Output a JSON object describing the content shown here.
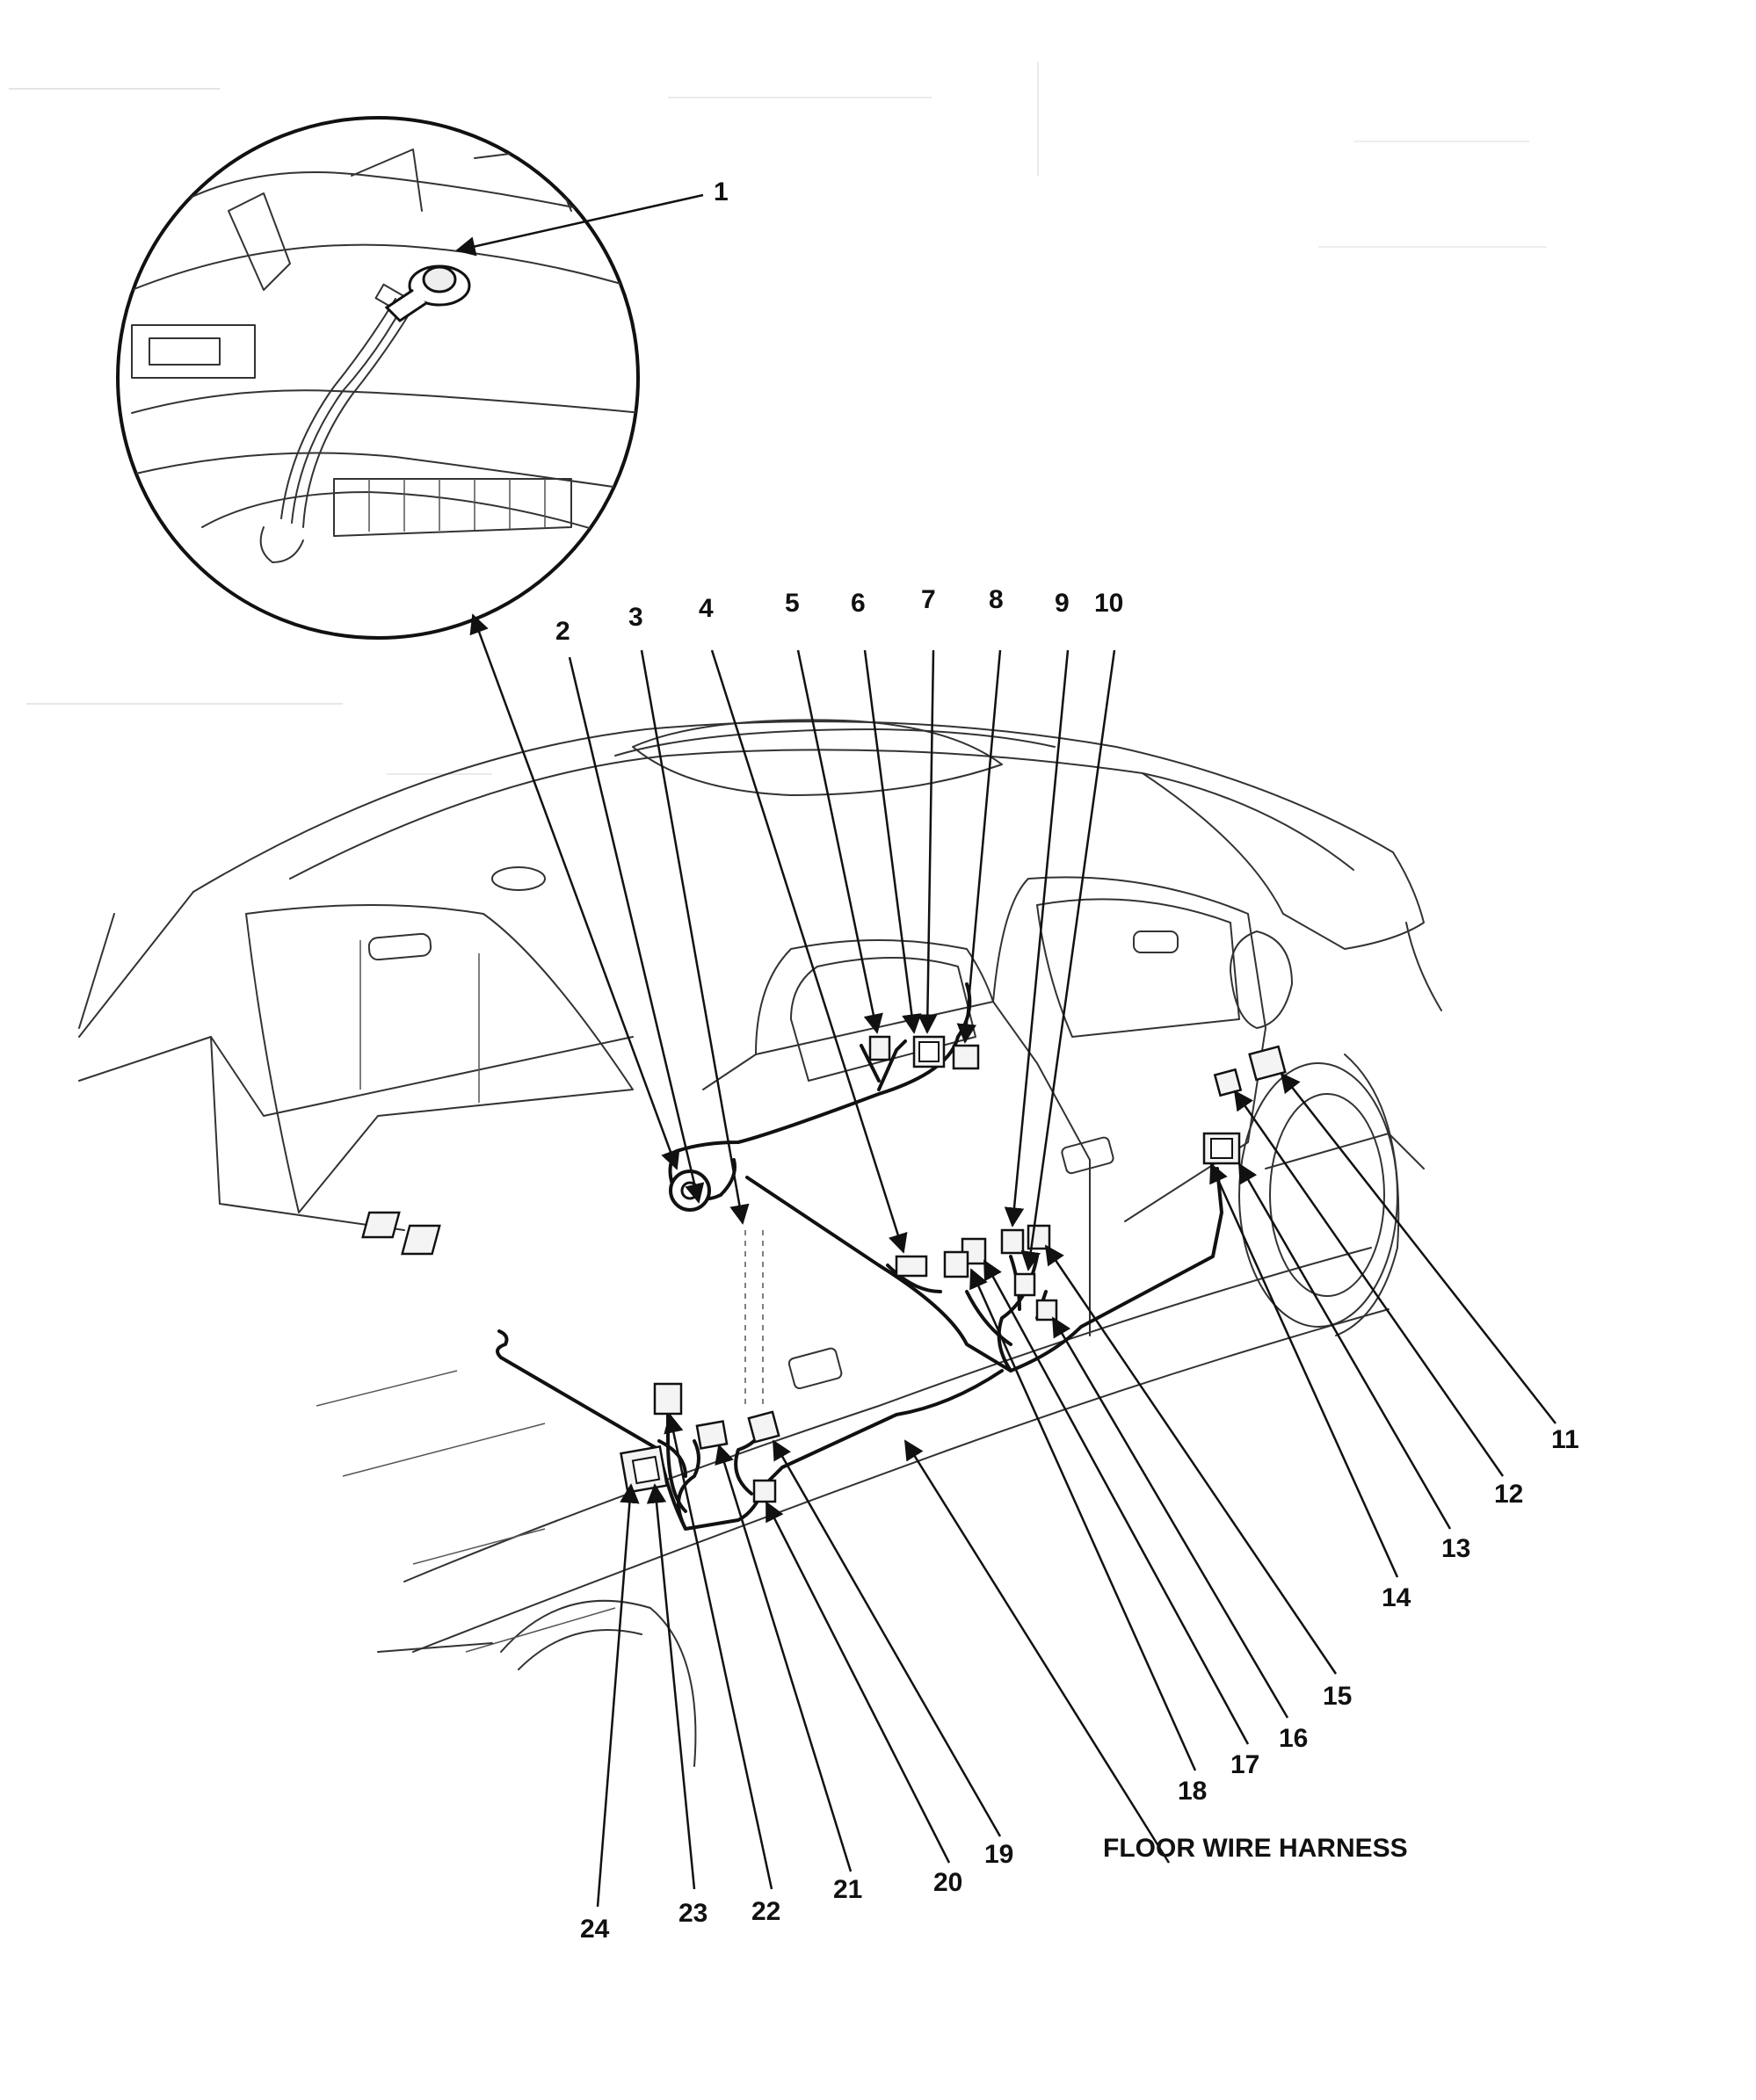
{
  "callouts": [
    "1",
    "2",
    "3",
    "4",
    "5",
    "6",
    "7",
    "8",
    "9",
    "10",
    "11",
    "12",
    "13",
    "14",
    "15",
    "16",
    "17",
    "18",
    "19",
    "20",
    "21",
    "22",
    "23",
    "24"
  ],
  "harness_label": "FLOOR WIRE HARNESS",
  "icons": {
    "connector": "connector-icon",
    "ground_terminal": "ground-terminal-icon",
    "arrow": "arrow-icon"
  },
  "colors": {
    "line": "#111111",
    "background": "#ffffff"
  }
}
